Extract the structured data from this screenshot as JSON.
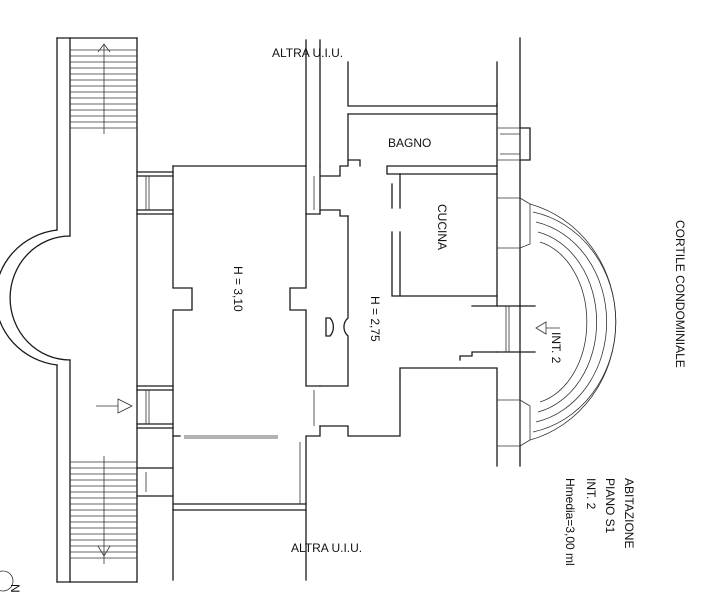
{
  "labels": {
    "altra_top": "ALTRA U.I.U.",
    "altra_bottom": "ALTRA U.I.U.",
    "bagno": "BAGNO",
    "cucina": "CUCINA",
    "h_main": "H = 3,10",
    "h_corridor": "H = 2,75",
    "int2_entrance": "INT. 2",
    "cortile": "CORTILE CONDOMINIALE",
    "legend_1": "ABITAZIONE",
    "legend_2": "PIANO S1",
    "legend_3": "INT. 2",
    "legend_4": "Hmedia=3,00 ml",
    "north": "N"
  },
  "colors": {
    "line": "#1a1a1a",
    "background": "#ffffff"
  }
}
